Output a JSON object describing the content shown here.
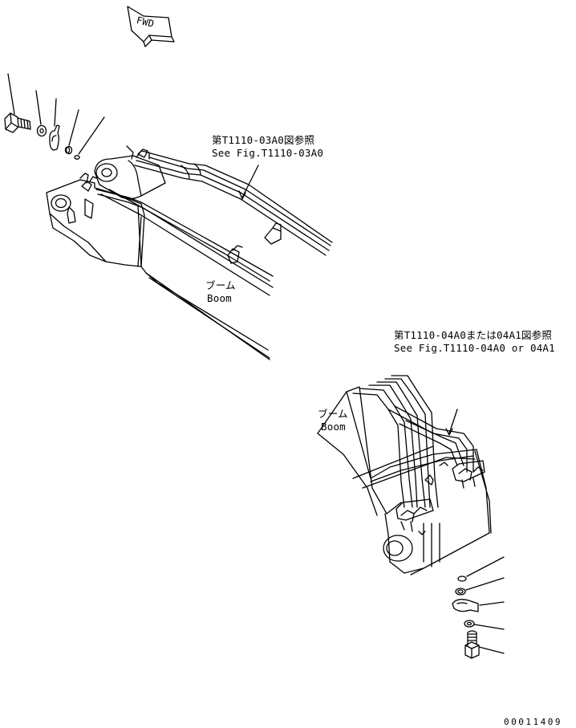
{
  "fwd": "FWD",
  "top_ref": {
    "jp": "第T1110-03A0図参照",
    "en": "See Fig.T1110-03A0"
  },
  "boom_top": {
    "jp": "ブーム",
    "en": "Boom"
  },
  "bottom_ref": {
    "jp": "第T1110-04A0または04A1図参照",
    "en": "See Fig.T1110-04A0 or 04A1"
  },
  "boom_bottom": {
    "jp": "ブーム",
    "en": "Boom"
  },
  "drawing_number": "00011409"
}
